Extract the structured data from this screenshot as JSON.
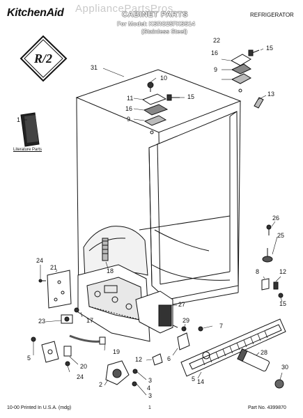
{
  "header": {
    "brand": "KitchenAid",
    "watermark": "AppliancePartsPros",
    "title": "CABINET PARTS",
    "model_line": "For Model: KSRG25FKSS14",
    "finish": "(Stainless Steel)",
    "category": "REFRIGERATOR"
  },
  "badge": {
    "text": "R/2"
  },
  "literature_label": "Literature Parts",
  "callouts": [
    "1",
    "2",
    "3",
    "3",
    "4",
    "5",
    "5",
    "6",
    "7",
    "8",
    "9",
    "9",
    "10",
    "11",
    "12",
    "12",
    "13",
    "14",
    "15",
    "15",
    "15",
    "16",
    "16",
    "17",
    "18",
    "19",
    "20",
    "21",
    "22",
    "23",
    "24",
    "24",
    "25",
    "26",
    "27",
    "28",
    "29",
    "30",
    "31"
  ],
  "footer": {
    "printed": "10-00 Printed In U.S.A. (mdg)",
    "page": "1",
    "part_number": "Part No. 4399870"
  }
}
